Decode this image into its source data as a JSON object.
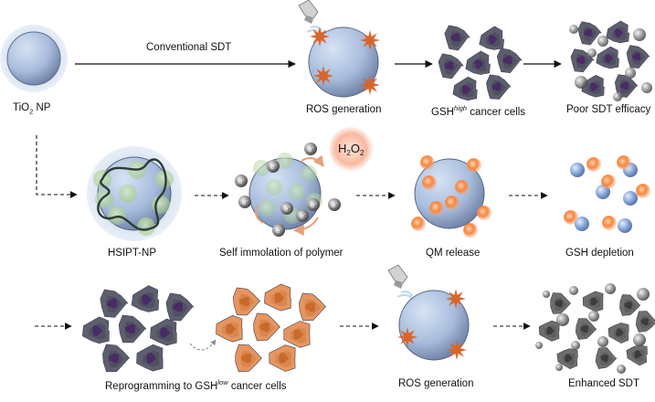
{
  "row1": {
    "tio2": {
      "base": "TiO",
      "sub": "2",
      "rest": " NP"
    },
    "arrow_text": "Conventional SDT",
    "ros1": "ROS generation",
    "gsh_high": {
      "pre": "GSH",
      "sup": "high",
      "post": " cancer cells"
    },
    "poor": "Poor SDT efficacy"
  },
  "row2": {
    "hsipt": "HSIPT-NP",
    "self_imm": "Self immolation of polymer",
    "qm": "QM release",
    "gsh_dep": "GSH depletion",
    "h2o2": {
      "base": "H",
      "sub1": "2",
      "mid": "O",
      "sub2": "2"
    },
    "electron": "e",
    "electron_sup": "-"
  },
  "row3": {
    "reprog": {
      "pre": "Reprogramming to GSH",
      "sup": "low",
      "post": " cancer cells"
    },
    "ros2": "ROS generation",
    "enhanced": "Enhanced SDT"
  },
  "colors": {
    "np_fill": "#a9bfdf",
    "np_halo": "#dce6f3",
    "cell_dark": "#5d5f6e",
    "nucleus_purple": "#4a2b66",
    "cell_orange": "#e7955f",
    "spike_orange": "#d9652a",
    "qm_orange": "#f57a3f",
    "blue_sphere": "#7fa2d6"
  }
}
